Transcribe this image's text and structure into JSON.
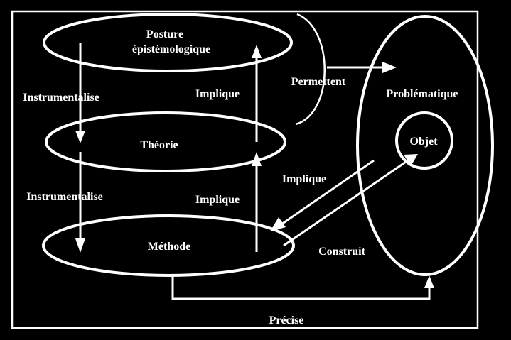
{
  "colors": {
    "background": "#000000",
    "foreground": "#ffffff"
  },
  "nodes": {
    "posture": {
      "line1": "Posture",
      "line2": "épistémologique"
    },
    "theorie": {
      "label": "Théorie"
    },
    "methode": {
      "label": "Méthode"
    },
    "problematique": {
      "label": "Problématique"
    },
    "objet": {
      "label": "Objet"
    }
  },
  "edges": {
    "instrumentalise_1": "Instrumentalise",
    "instrumentalise_2": "Instrumentalise",
    "implique_1": "Implique",
    "implique_2": "Implique",
    "implique_3": "Implique",
    "permettent": "Permettent",
    "construit": "Construit",
    "precise": "Précise"
  }
}
